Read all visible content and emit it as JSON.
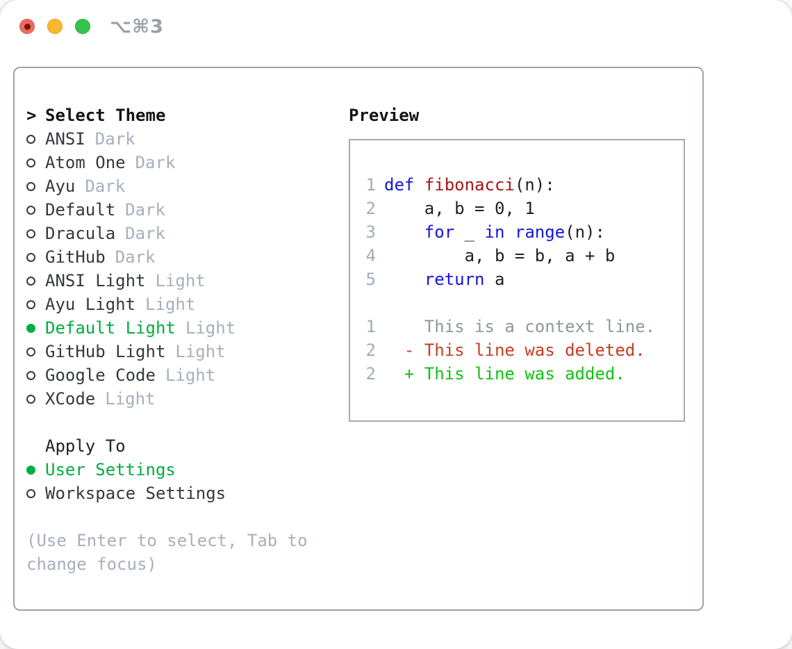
{
  "window": {
    "title": "⌥⌘3",
    "traffic_lights": [
      "close",
      "minimize",
      "zoom"
    ]
  },
  "theme_selector": {
    "header_prefix": ">",
    "header": "Select Theme",
    "items": [
      {
        "name": "ANSI",
        "tag": "Dark",
        "selected": false
      },
      {
        "name": "Atom One",
        "tag": "Dark",
        "selected": false
      },
      {
        "name": "Ayu",
        "tag": "Dark",
        "selected": false
      },
      {
        "name": "Default",
        "tag": "Dark",
        "selected": false
      },
      {
        "name": "Dracula",
        "tag": "Dark",
        "selected": false
      },
      {
        "name": "GitHub",
        "tag": "Dark",
        "selected": false
      },
      {
        "name": "ANSI Light",
        "tag": "Light",
        "selected": false
      },
      {
        "name": "Ayu Light",
        "tag": "Light",
        "selected": false
      },
      {
        "name": "Default Light",
        "tag": "Light",
        "selected": true
      },
      {
        "name": "GitHub Light",
        "tag": "Light",
        "selected": false
      },
      {
        "name": "Google Code",
        "tag": "Light",
        "selected": false
      },
      {
        "name": "XCode",
        "tag": "Light",
        "selected": false
      }
    ],
    "apply_to": {
      "header": "Apply To",
      "options": [
        {
          "name": "User Settings",
          "selected": true
        },
        {
          "name": "Workspace Settings",
          "selected": false
        }
      ]
    },
    "hint": "(Use Enter to select, Tab to change focus)"
  },
  "preview": {
    "header": "Preview",
    "code_lines": [
      {
        "num": "1",
        "tokens": [
          {
            "t": "def",
            "c": "kw"
          },
          {
            "t": " "
          },
          {
            "t": "fibonacci",
            "c": "fn"
          },
          {
            "t": "(n):"
          }
        ]
      },
      {
        "num": "2",
        "tokens": [
          {
            "t": "    a, b = 0, 1"
          }
        ]
      },
      {
        "num": "3",
        "tokens": [
          {
            "t": "    "
          },
          {
            "t": "for",
            "c": "kw"
          },
          {
            "t": " _ "
          },
          {
            "t": "in",
            "c": "kw"
          },
          {
            "t": " "
          },
          {
            "t": "range",
            "c": "kw"
          },
          {
            "t": "(n):"
          }
        ]
      },
      {
        "num": "4",
        "tokens": [
          {
            "t": "        a, b = b, a + b"
          }
        ]
      },
      {
        "num": "5",
        "tokens": [
          {
            "t": "    "
          },
          {
            "t": "return",
            "c": "kw"
          },
          {
            "t": " a"
          }
        ]
      }
    ],
    "diff_lines": [
      {
        "num": "1",
        "kind": "context",
        "text": "    This is a context line."
      },
      {
        "num": "2",
        "kind": "deleted",
        "text": "  - This line was deleted."
      },
      {
        "num": "2",
        "kind": "added",
        "text": "  + This line was added."
      }
    ]
  },
  "colors": {
    "keyword": "#1414e0",
    "function": "#a51616",
    "code_text": "#1d2024",
    "line_number": "#a3abb8",
    "context": "#90979f",
    "deleted": "#c63c24",
    "added": "#12c112",
    "green": "#00ad3f",
    "muted": "#a7afbc",
    "item_text": "#34383f",
    "header_text": "#121417",
    "panel_border": "#9ba3ac",
    "box_border": "#a5aab1",
    "titlebar_text": "#9aa0a8",
    "traffic_red": "#ee6a60",
    "traffic_red_dot": "#7c1205",
    "traffic_yellow": "#f9b82d",
    "traffic_green": "#33c24b",
    "window_bg": "#ffffff"
  }
}
